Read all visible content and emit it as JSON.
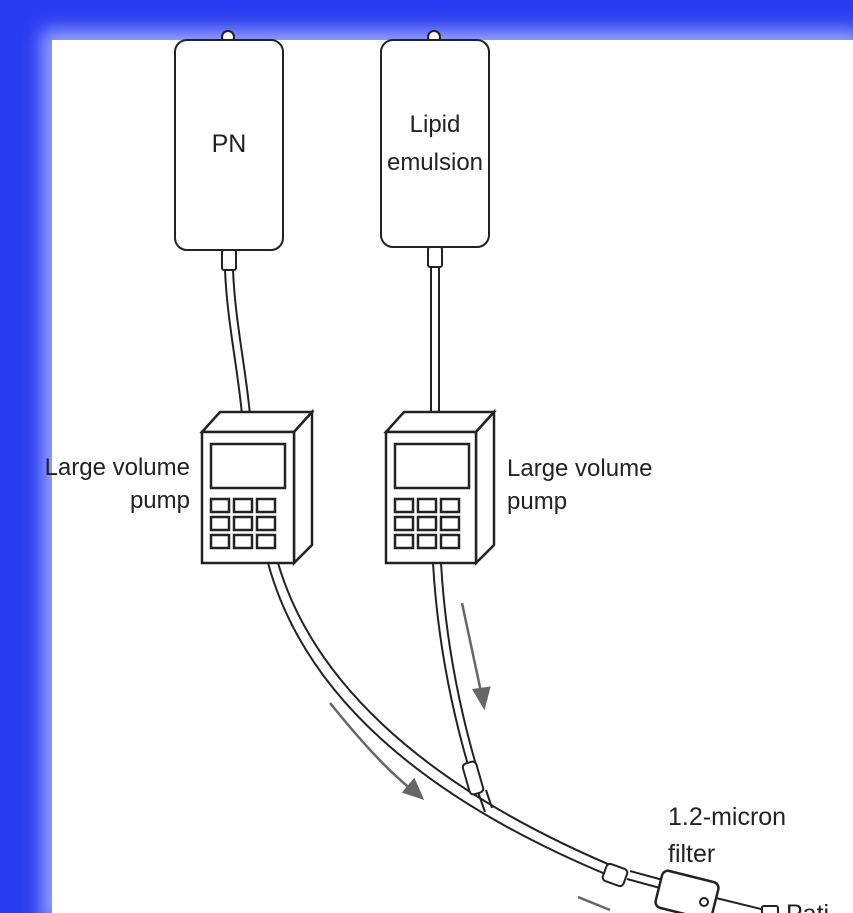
{
  "diagram": {
    "bag_left_label": "PN",
    "bag_right_label_line1": "Lipid",
    "bag_right_label_line2": "emulsion",
    "pump_left_label_line1": "Large volume",
    "pump_left_label_line2": "pump",
    "pump_right_label_line1": "Large volume",
    "pump_right_label_line2": "pump",
    "filter_label_line1": "1.2-micron",
    "filter_label_line2": "filter",
    "patient_label_partial": "Pati"
  },
  "colors": {
    "frame": "#2a3cf0",
    "glow": "#9aa6ff",
    "panel": "#ffffff",
    "line": "#222222",
    "arrow": "#666666"
  }
}
